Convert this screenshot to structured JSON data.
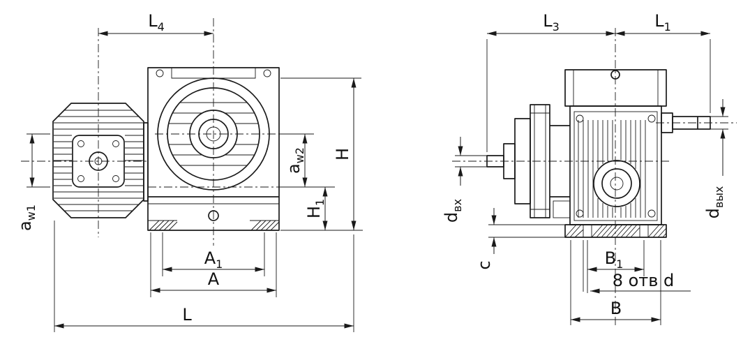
{
  "colors": {
    "background": "#ffffff",
    "line": "#1a1a1a",
    "text": "#111111"
  },
  "dimensions": {
    "front_view": {
      "L4": {
        "base": "L",
        "sub": "4"
      },
      "aw1": {
        "base": "a",
        "sub": "w1"
      },
      "aw2": {
        "base": "a",
        "sub": "w2"
      },
      "H": {
        "base": "H",
        "sub": ""
      },
      "H1": {
        "base": "H",
        "sub": "1"
      },
      "A1": {
        "base": "A",
        "sub": "1"
      },
      "A": {
        "base": "A",
        "sub": ""
      },
      "L": {
        "base": "L",
        "sub": ""
      }
    },
    "side_view": {
      "L3": {
        "base": "L",
        "sub": "3"
      },
      "L1": {
        "base": "L",
        "sub": "1"
      },
      "d_vh": {
        "base": "d",
        "sub": "вх"
      },
      "d_vyh": {
        "base": "d",
        "sub": "вых"
      },
      "c": {
        "base": "c",
        "sub": ""
      },
      "B1": {
        "base": "B",
        "sub": "1"
      },
      "B": {
        "base": "B",
        "sub": ""
      },
      "holes_note": {
        "text": "8 отв d"
      }
    }
  }
}
